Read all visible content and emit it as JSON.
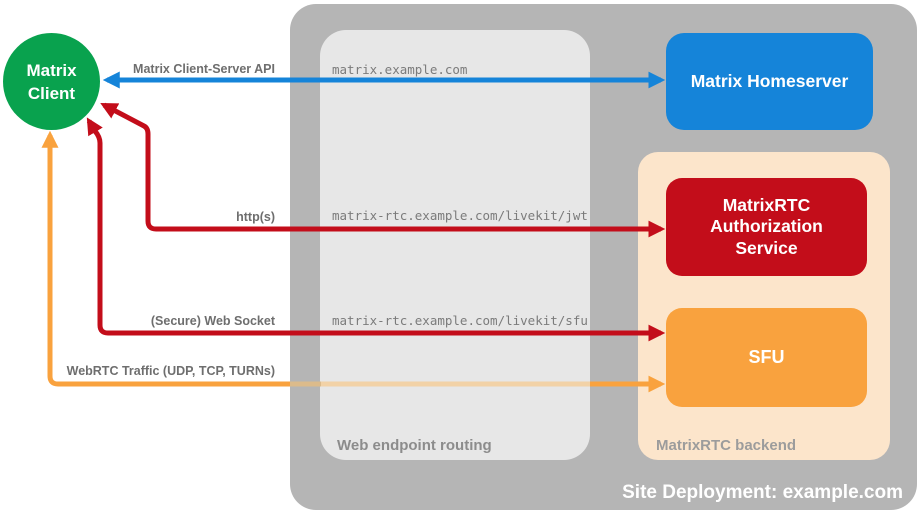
{
  "diagram_title": "Site Deployment: example.com",
  "colors": {
    "green": "#09A24E",
    "blue": "#1584D9",
    "red": "#C30D1A",
    "orange": "#F9A23E",
    "peach": "#FCE5CB",
    "gray_container": "#B5B5B5",
    "gray_panel": "#E7E7E7",
    "label_gray": "#6E6E6E",
    "route_gray": "#7B7B7B",
    "panel_label_gray": "#8C8C8C",
    "backend_label_gray": "#9C9C9C",
    "orange_faint_over_gray": "#DCBB8B",
    "orange_faint_over_panel": "#F2D2A7"
  },
  "containers": {
    "site": {
      "label": "Site Deployment: example.com"
    },
    "web_routing": {
      "label": "Web endpoint routing"
    },
    "backend": {
      "label": "MatrixRTC backend"
    }
  },
  "nodes": {
    "client": {
      "label": "Matrix Client",
      "shape": "circle",
      "color": "#09A24E"
    },
    "homeserver": {
      "label": "Matrix Homeserver",
      "shape": "rounded-rect",
      "color": "#1584D9"
    },
    "auth": {
      "label": "MatrixRTC Authorization Service",
      "shape": "rounded-rect",
      "color": "#C30D1A"
    },
    "sfu": {
      "label": "SFU",
      "shape": "rounded-rect",
      "color": "#F9A23E"
    }
  },
  "edges": [
    {
      "label": "Matrix Client-Server API",
      "route": "matrix.example.com",
      "endpoints": [
        "Matrix Client",
        "Matrix Homeserver"
      ],
      "color": "#1584D9",
      "bidirectional": true
    },
    {
      "label": "http(s)",
      "route": "matrix-rtc.example.com/livekit/jwt",
      "endpoints": [
        "Matrix Client",
        "MatrixRTC Authorization Service"
      ],
      "color": "#C30D1A",
      "bidirectional": true
    },
    {
      "label": "(Secure) Web Socket",
      "route": "matrix-rtc.example.com/livekit/sfu",
      "endpoints": [
        "Matrix Client",
        "SFU"
      ],
      "color": "#C30D1A",
      "bidirectional": true
    },
    {
      "label": "WebRTC Traffic (UDP, TCP, TURNs)",
      "route": "",
      "endpoints": [
        "Matrix Client",
        "SFU"
      ],
      "color": "#F9A23E",
      "bidirectional": true
    }
  ]
}
